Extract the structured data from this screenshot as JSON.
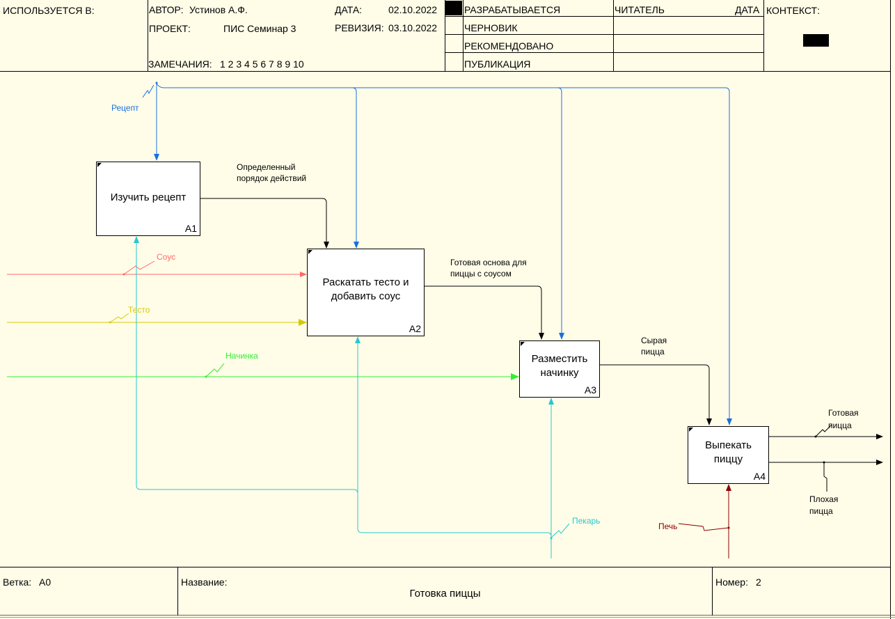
{
  "header": {
    "used_in_label": "ИСПОЛЬЗУЕТСЯ В:",
    "author_label": "АВТОР:",
    "author_value": "Устинов А.Ф.",
    "date_label": "ДАТА:",
    "date_value": "02.10.2022",
    "project_label": "ПРОЕКТ:",
    "project_value": "ПИС Семинар 3",
    "revision_label": "РЕВИЗИЯ:",
    "revision_value": "03.10.2022",
    "notes_label": "ЗАМЕЧАНИЯ:",
    "notes_value": "1 2 3 4 5 6 7 8 9 10",
    "status": [
      "РАЗРАБАТЫВАЕТСЯ",
      "ЧЕРНОВИК",
      "РЕКОМЕНДОВАНО",
      "ПУБЛИКАЦИЯ"
    ],
    "reader_label": "ЧИТАТЕЛЬ",
    "reader_date_label": "ДАТА",
    "context_label": "КОНТЕКСТ:"
  },
  "boxes": [
    {
      "title": "Изучить рецепт",
      "num": "A1"
    },
    {
      "title": "Раскатать тесто и добавить соус",
      "num": "A2"
    },
    {
      "title": "Разместить начинку",
      "num": "A3"
    },
    {
      "title": "Выпекать пиццу",
      "num": "A4"
    }
  ],
  "arrows": {
    "recipe": "Рецепт",
    "sauce": "Соус",
    "dough": "Тесто",
    "filling": "Начинка",
    "baker": "Пекарь",
    "oven": "Печь",
    "order_1": "Определенный",
    "order_2": "порядок действий",
    "base_1": "Готовая основа для",
    "base_2": "пиццы с соусом",
    "raw_1": "Сырая",
    "raw_2": "пицца",
    "ready_1": "Готовая",
    "ready_2": "пицца",
    "bad_1": "Плохая",
    "bad_2": "пицца"
  },
  "footer": {
    "node_label": "Ветка:",
    "node_value": "A0",
    "name_label": "Название:",
    "name_value": "Готовка пиццы",
    "number_label": "Номер:",
    "number_value": "2"
  },
  "colors": {
    "background": "#fffde8",
    "recipe": "#1a6fe0",
    "sauce": "#ff6a6a",
    "dough": "#d8c800",
    "filling": "#33ee33",
    "baker": "#26c8d0",
    "oven": "#8b0000",
    "flow": "#000000"
  }
}
